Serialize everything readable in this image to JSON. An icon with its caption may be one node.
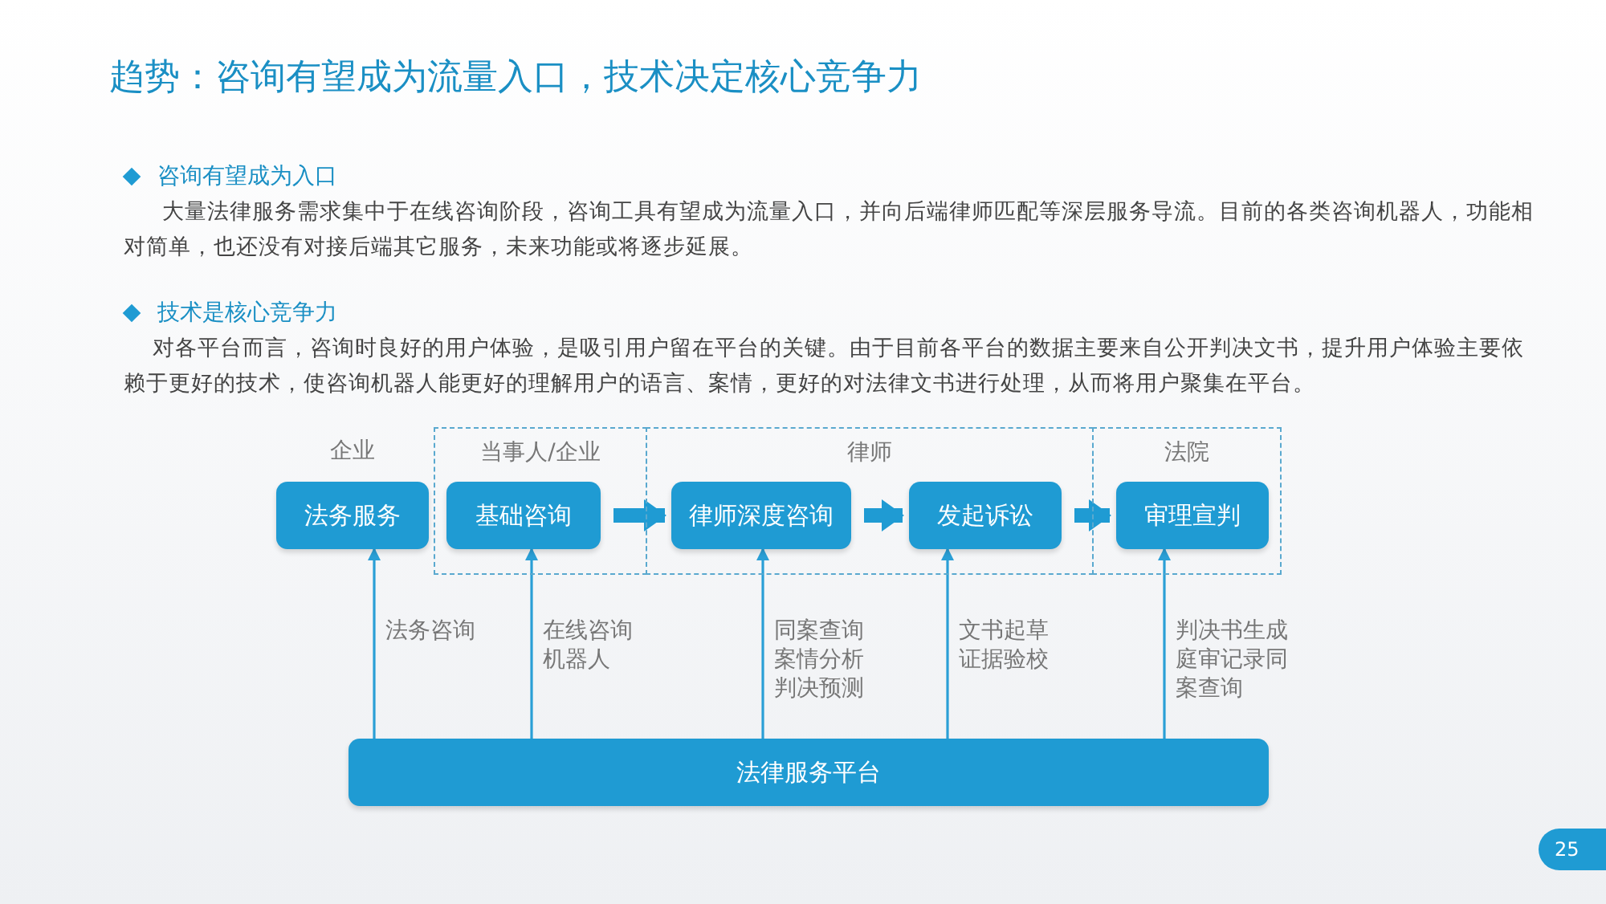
{
  "diagram": {
    "title": "趋势：咨询有望成为流量入口，技术决定核心竞争力",
    "nodes": [
      {
        "text": [
          "法务服务"
        ],
        "beside": [
          "企业"
        ]
      },
      {
        "text": [
          "当事人/企业"
        ]
      },
      {
        "text": [
          "基础咨询"
        ],
        "in": 1
      },
      {
        "text": [
          "律师"
        ]
      },
      {
        "text": [
          "律师深度咨询"
        ],
        "in": 3
      },
      {
        "text": [
          "发起诉讼"
        ],
        "in": 3
      },
      {
        "text": [
          "法院"
        ]
      },
      {
        "text": [
          "审理宣判"
        ],
        "in": 6
      },
      {
        "text": [
          "法律服务平台"
        ]
      }
    ],
    "edges": [
      {
        "from": 8,
        "to": 0,
        "arrow": "to",
        "label": "法务咨询"
      },
      {
        "from": 8,
        "to": 2,
        "arrow": "to",
        "label": "在线咨询机器人"
      },
      {
        "from": 8,
        "to": 4,
        "arrow": "to",
        "label": "同案查询案情分析判决预测"
      },
      {
        "from": 8,
        "to": 5,
        "arrow": "to",
        "label": "文书起草证据验校"
      },
      {
        "from": 8,
        "to": 7,
        "arrow": "to",
        "label": "判决书生成庭审记录同案查询"
      },
      {
        "from": 2,
        "to": 4,
        "arrow": "to",
        "style": "thick"
      },
      {
        "from": 4,
        "to": 5,
        "arrow": "to",
        "style": "thick"
      },
      {
        "from": 5,
        "to": 7,
        "arrow": "to",
        "style": "thick"
      }
    ],
    "labels": [
      "咨询有望成为入口",
      "大量法律服务需求集中于在线咨询阶段，咨询工具有望成为流量入口，并向后端律师匹配等深层服务导流。目前的各类咨询机器人，功能相对简单，也还没有对接后端其它服务，未来功能或将逐步延展。",
      "技术是核心竞争力",
      "对各平台而言，咨询时良好的用户体验，是吸引用户留在平台的关键。由于目前各平台的数据主要来自公开判决文书，提升用户体验主要依赖于更好的技术，使咨询机器人能更好的理解用户的语言、案情，更好的对法律文书进行处理，从而将用户聚集在平台。",
      "25"
    ]
  }
}
